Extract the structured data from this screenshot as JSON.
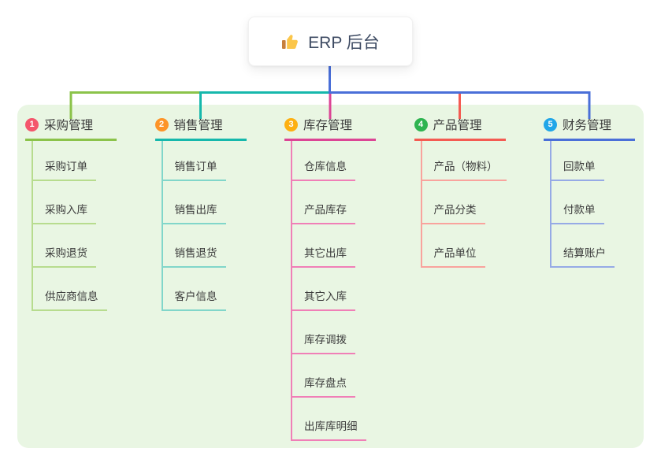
{
  "root": {
    "label": "ERP 后台",
    "icon": "thumbs-up"
  },
  "branches": [
    {
      "num": "1",
      "title": "采购管理",
      "items": [
        "采购订单",
        "采购入库",
        "采购退货",
        "供应商信息"
      ],
      "badge_color": "#f4566c",
      "line_color": "#8bc34a",
      "sub_line_color": "#b7dc8e"
    },
    {
      "num": "2",
      "title": "销售管理",
      "items": [
        "销售订单",
        "销售出库",
        "销售退货",
        "客户信息"
      ],
      "badge_color": "#fd9428",
      "line_color": "#16b8ac",
      "sub_line_color": "#81d6ca"
    },
    {
      "num": "3",
      "title": "库存管理",
      "items": [
        "仓库信息",
        "产品库存",
        "其它出库",
        "其它入库",
        "库存调拨",
        "库存盘点",
        "出库库明细"
      ],
      "badge_color": "#fdb011",
      "line_color": "#dc4595",
      "sub_line_color": "#f07fb7"
    },
    {
      "num": "4",
      "title": "产品管理",
      "items": [
        "产品（物料）",
        "产品分类",
        "产品单位"
      ],
      "badge_color": "#2eb450",
      "line_color": "#f45b52",
      "sub_line_color": "#f9a39d"
    },
    {
      "num": "5",
      "title": "财务管理",
      "items": [
        "回款单",
        "付款单",
        "结算账户"
      ],
      "badge_color": "#21a6e8",
      "line_color": "#4a6fd8",
      "sub_line_color": "#96aae6"
    }
  ],
  "colors": {
    "panel_bg": "#e9f6e3",
    "root_connector": "#4a6fd8",
    "text": "#3b3b3b",
    "card_bg": "#ffffff",
    "thumb_yellow": "#fbc64a",
    "thumb_sleeve": "#c77f3c"
  }
}
